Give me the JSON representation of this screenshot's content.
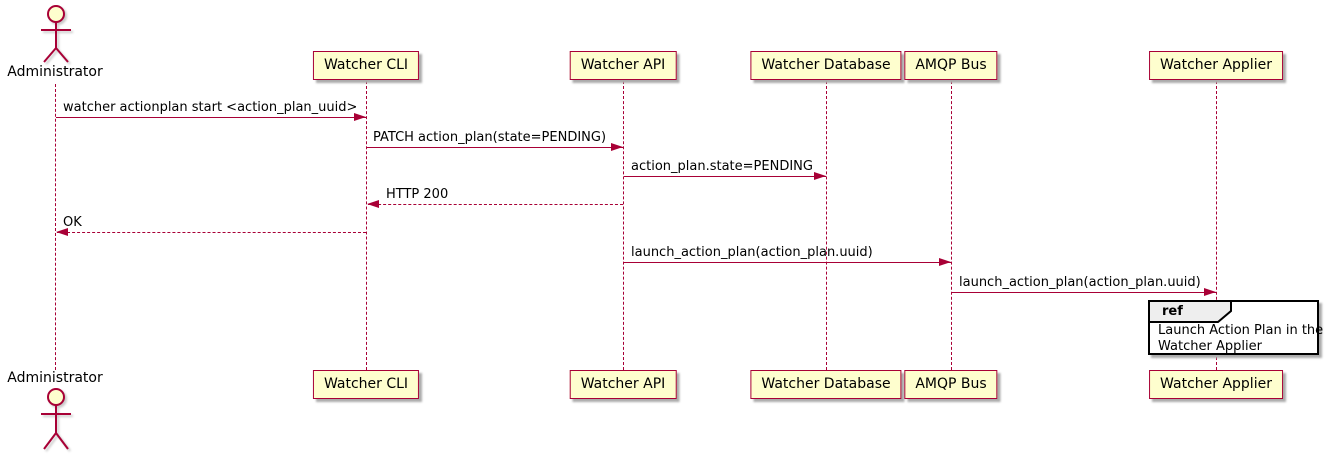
{
  "diagram_type": "uml-sequence",
  "actor": {
    "label": "Administrator"
  },
  "participants": [
    {
      "id": "watcher-cli",
      "label": "Watcher CLI"
    },
    {
      "id": "watcher-api",
      "label": "Watcher API"
    },
    {
      "id": "watcher-database",
      "label": "Watcher Database"
    },
    {
      "id": "amqp-bus",
      "label": "AMQP Bus"
    },
    {
      "id": "watcher-applier",
      "label": "Watcher Applier"
    }
  ],
  "messages": [
    {
      "from": "Administrator",
      "to": "Watcher CLI",
      "text": "watcher actionplan start <action_plan_uuid>",
      "line": "solid",
      "direction": "right"
    },
    {
      "from": "Watcher CLI",
      "to": "Watcher API",
      "text": "PATCH action_plan(state=PENDING)",
      "line": "solid",
      "direction": "right"
    },
    {
      "from": "Watcher API",
      "to": "Watcher Database",
      "text": "action_plan.state=PENDING",
      "line": "solid",
      "direction": "right"
    },
    {
      "from": "Watcher API",
      "to": "Watcher CLI",
      "text": "HTTP 200",
      "line": "dashed",
      "direction": "left"
    },
    {
      "from": "Watcher CLI",
      "to": "Administrator",
      "text": "OK",
      "line": "dashed",
      "direction": "left"
    },
    {
      "from": "Watcher API",
      "to": "AMQP Bus",
      "text": "launch_action_plan(action_plan.uuid)",
      "line": "solid",
      "direction": "right"
    },
    {
      "from": "AMQP Bus",
      "to": "Watcher Applier",
      "text": "launch_action_plan(action_plan.uuid)",
      "line": "solid",
      "direction": "right"
    }
  ],
  "ref_fragment": {
    "keyword": "ref",
    "over": "Watcher Applier",
    "line1": "Launch Action Plan in the",
    "line2": "Watcher Applier"
  },
  "colors": {
    "accent": "#a80036",
    "participant_fill": "#fefece",
    "ref_header_fill": "#eeeeee",
    "text": "#000000",
    "background": "#ffffff"
  }
}
